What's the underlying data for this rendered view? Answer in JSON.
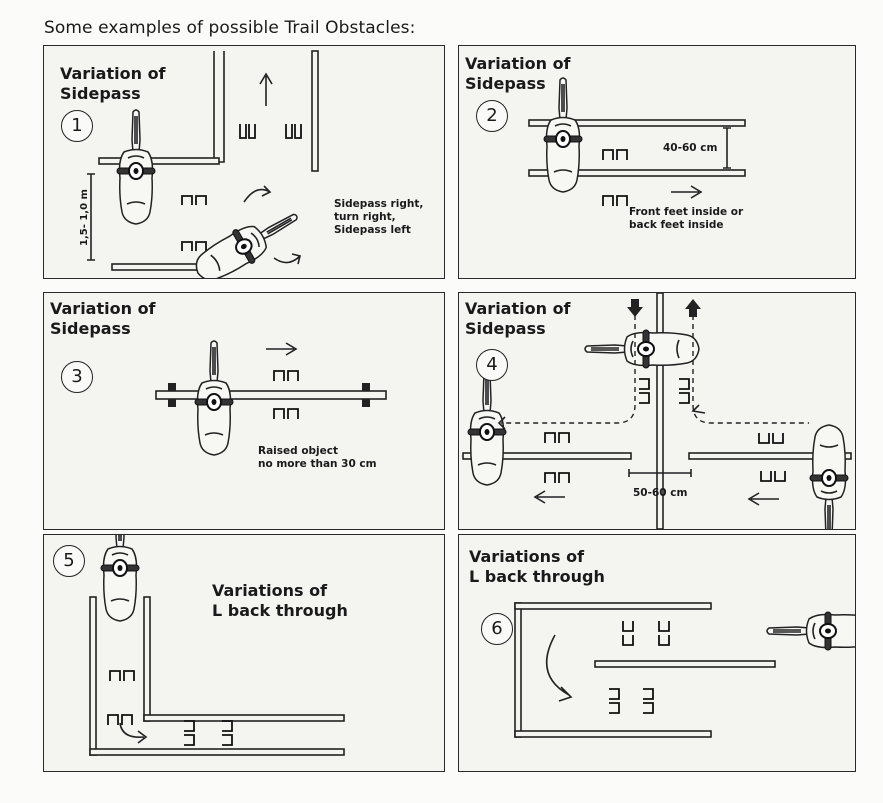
{
  "page_title": "Some examples of possible Trail Obstacles:",
  "panels": [
    {
      "number": "1",
      "title_line1": "Variation of",
      "title_line2": "Sidepass",
      "note": [
        "Sidepass right,",
        "turn right,",
        "Sidepass left"
      ],
      "dimension": "1,5- 1,0 m"
    },
    {
      "number": "2",
      "title_line1": "Variation of",
      "title_line2": "Sidepass",
      "note": [
        "Front feet inside or",
        "back feet inside"
      ],
      "dimension": "40-60 cm"
    },
    {
      "number": "3",
      "title_line1": "Variation of",
      "title_line2": "Sidepass",
      "note": [
        "Raised object",
        "no more than 30 cm"
      ]
    },
    {
      "number": "4",
      "title_line1": "Variation of",
      "title_line2": "Sidepass",
      "dimension": "50-60 cm"
    },
    {
      "number": "5",
      "title_line1": "Variations of",
      "title_line2": "L back through"
    },
    {
      "number": "6",
      "title_line1": "Variations of",
      "title_line2": "L back through"
    }
  ]
}
